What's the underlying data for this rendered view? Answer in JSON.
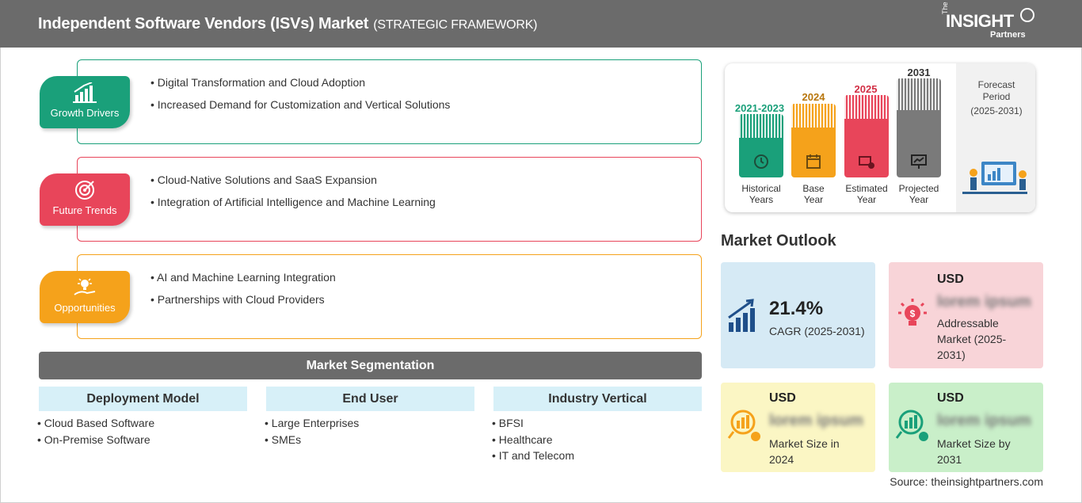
{
  "header": {
    "title": "Independent Software Vendors (ISVs) Market",
    "subtitle": "(STRATEGIC FRAMEWORK)",
    "logo": {
      "the": "The",
      "insight": "INSIGHT",
      "partners": "Partners"
    }
  },
  "cards": [
    {
      "label": "Growth Drivers",
      "color": "#1aa07a",
      "items": [
        "Digital Transformation and Cloud Adoption",
        "Increased Demand for Customization and Vertical Solutions"
      ]
    },
    {
      "label": "Future Trends",
      "color": "#e8455a",
      "items": [
        "Cloud-Native Solutions and SaaS Expansion",
        "Integration of Artificial Intelligence and Machine Learning"
      ]
    },
    {
      "label": "Opportunities",
      "color": "#f5a21b",
      "items": [
        "AI and Machine Learning Integration",
        "Partnerships with Cloud Providers"
      ]
    }
  ],
  "segmentation": {
    "title": "Market Segmentation",
    "columns": [
      {
        "heading": "Deployment Model",
        "items": [
          "Cloud Based Software",
          "On-Premise Software"
        ]
      },
      {
        "heading": "End User",
        "items": [
          "Large Enterprises",
          "SMEs"
        ]
      },
      {
        "heading": "Industry Vertical",
        "items": [
          "BFSI",
          "Healthcare",
          "IT and Telecom"
        ]
      }
    ]
  },
  "timeline": {
    "periods": [
      {
        "year": "2021-2023",
        "label_line1": "Historical",
        "label_line2": "Years",
        "color": "#1aa07a"
      },
      {
        "year": "2024",
        "label_line1": "Base",
        "label_line2": "Year",
        "color": "#f5a21b"
      },
      {
        "year": "2025",
        "label_line1": "Estimated",
        "label_line2": "Year",
        "color": "#e8455a"
      },
      {
        "year": "2031",
        "label_line1": "Projected",
        "label_line2": "Year",
        "color": "#7a7a7a"
      }
    ],
    "forecast_line1": "Forecast",
    "forecast_line2": "Period",
    "forecast_line3": "(2025-2031)"
  },
  "outlook": {
    "title": "Market Outlook",
    "cagr_value": "21.4%",
    "cagr_label": "CAGR (2025-2031)",
    "addressable": {
      "currency": "USD",
      "value": "lorem ipsum",
      "label_line1": "Addressable",
      "label_line2": "Market (2025-",
      "label_line3": "2031)"
    },
    "size_2024": {
      "currency": "USD",
      "value": "lorem ipsum",
      "label_line1": "Market Size in",
      "label_line2": "2024"
    },
    "size_2031": {
      "currency": "USD",
      "value": "lorem ipsum",
      "label_line1": "Market Size by",
      "label_line2": "2031"
    },
    "colors": {
      "cagr": "#d6eaf5",
      "addressable": "#f8d4d8",
      "size_2024": "#fbf6c4",
      "size_2031": "#c9efc9"
    }
  },
  "source": "Source: theinsightpartners.com"
}
